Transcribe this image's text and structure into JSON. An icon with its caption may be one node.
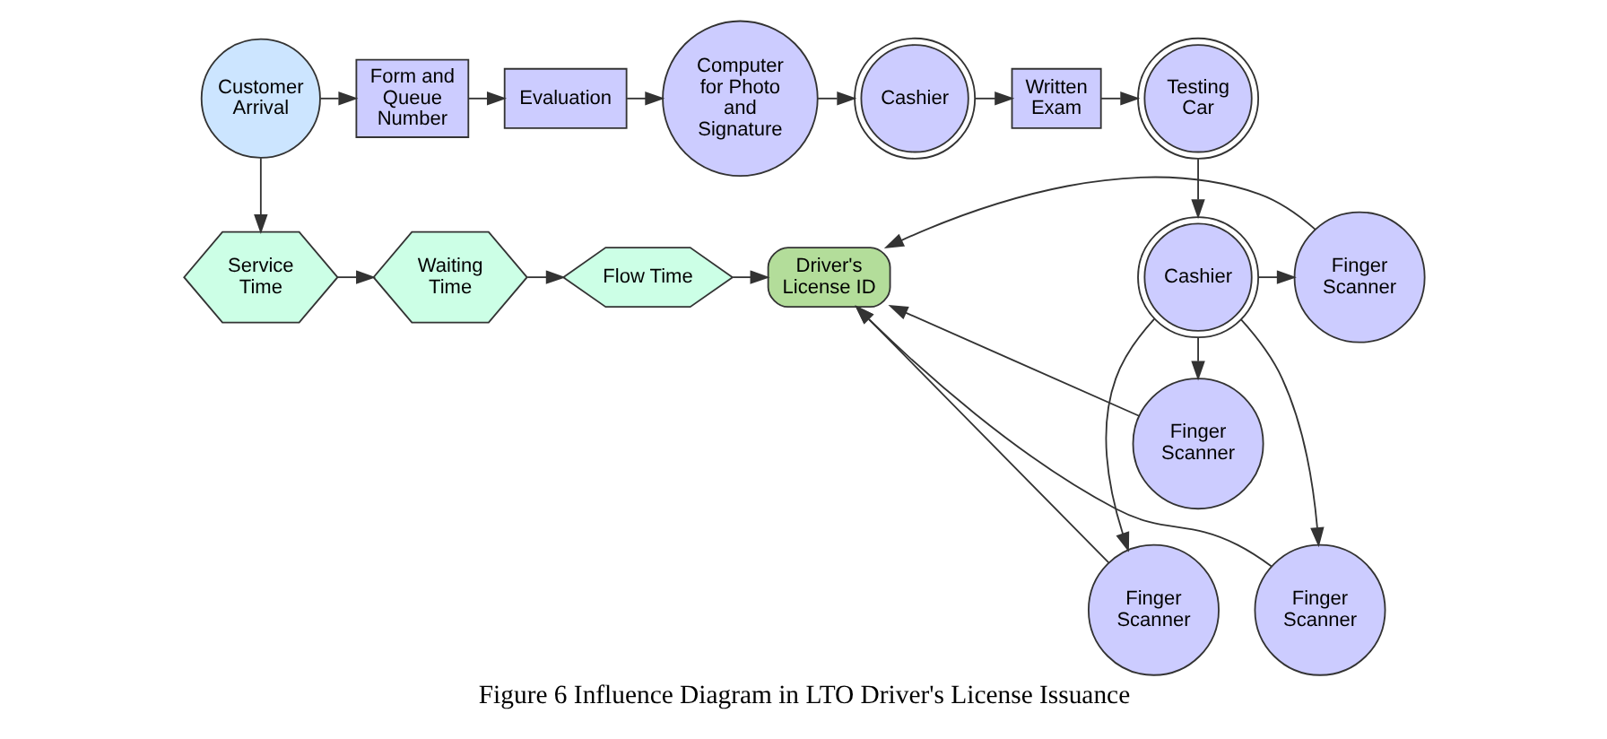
{
  "diagram": {
    "caption": "Figure 6 Influence Diagram in LTO Driver's License Issuance",
    "nodes": [
      {
        "text": [
          "Customer Arrival"
        ]
      },
      {
        "text": [
          "Form and Queue Number"
        ]
      },
      {
        "text": [
          "Evaluation"
        ]
      },
      {
        "text": [
          "Computer for Photo and Signature"
        ]
      },
      {
        "text": [
          "Cashier"
        ]
      },
      {
        "text": [
          "Written Exam"
        ]
      },
      {
        "text": [
          "Testing Car"
        ]
      },
      {
        "text": [
          "Service Time"
        ]
      },
      {
        "text": [
          "Waiting Time"
        ]
      },
      {
        "text": [
          "Flow Time"
        ]
      },
      {
        "text": [
          "Driver's License ID"
        ]
      },
      {
        "text": [
          "Finger Scanner"
        ]
      },
      {
        "text": [
          "Cashier"
        ]
      },
      {
        "text": [
          "Finger Scanner"
        ]
      },
      {
        "text": [
          "Finger Scanner"
        ]
      },
      {
        "text": [
          "Finger Scanner"
        ]
      }
    ],
    "edges": [
      {
        "from": 0,
        "to": 1,
        "arrow": "to"
      },
      {
        "from": 1,
        "to": 2,
        "arrow": "to"
      },
      {
        "from": 2,
        "to": 3,
        "arrow": "to"
      },
      {
        "from": 3,
        "to": 4,
        "arrow": "to"
      },
      {
        "from": 4,
        "to": 5,
        "arrow": "to"
      },
      {
        "from": 5,
        "to": 6,
        "arrow": "to"
      },
      {
        "from": 6,
        "to": 12,
        "arrow": "to"
      },
      {
        "from": 0,
        "to": 7,
        "arrow": "to"
      },
      {
        "from": 7,
        "to": 8,
        "arrow": "to"
      },
      {
        "from": 8,
        "to": 9,
        "arrow": "to"
      },
      {
        "from": 9,
        "to": 10,
        "arrow": "to"
      },
      {
        "from": 11,
        "to": 10,
        "arrow": "to"
      },
      {
        "from": 12,
        "to": 11,
        "arrow": "to"
      },
      {
        "from": 12,
        "to": 13,
        "arrow": "to"
      },
      {
        "from": 12,
        "to": 14,
        "arrow": "to"
      },
      {
        "from": 12,
        "to": 15,
        "arrow": "to"
      },
      {
        "from": 13,
        "to": 10,
        "arrow": "to"
      },
      {
        "from": 14,
        "to": 10,
        "arrow": "to"
      },
      {
        "from": 15,
        "to": 10,
        "arrow": "to"
      }
    ]
  }
}
